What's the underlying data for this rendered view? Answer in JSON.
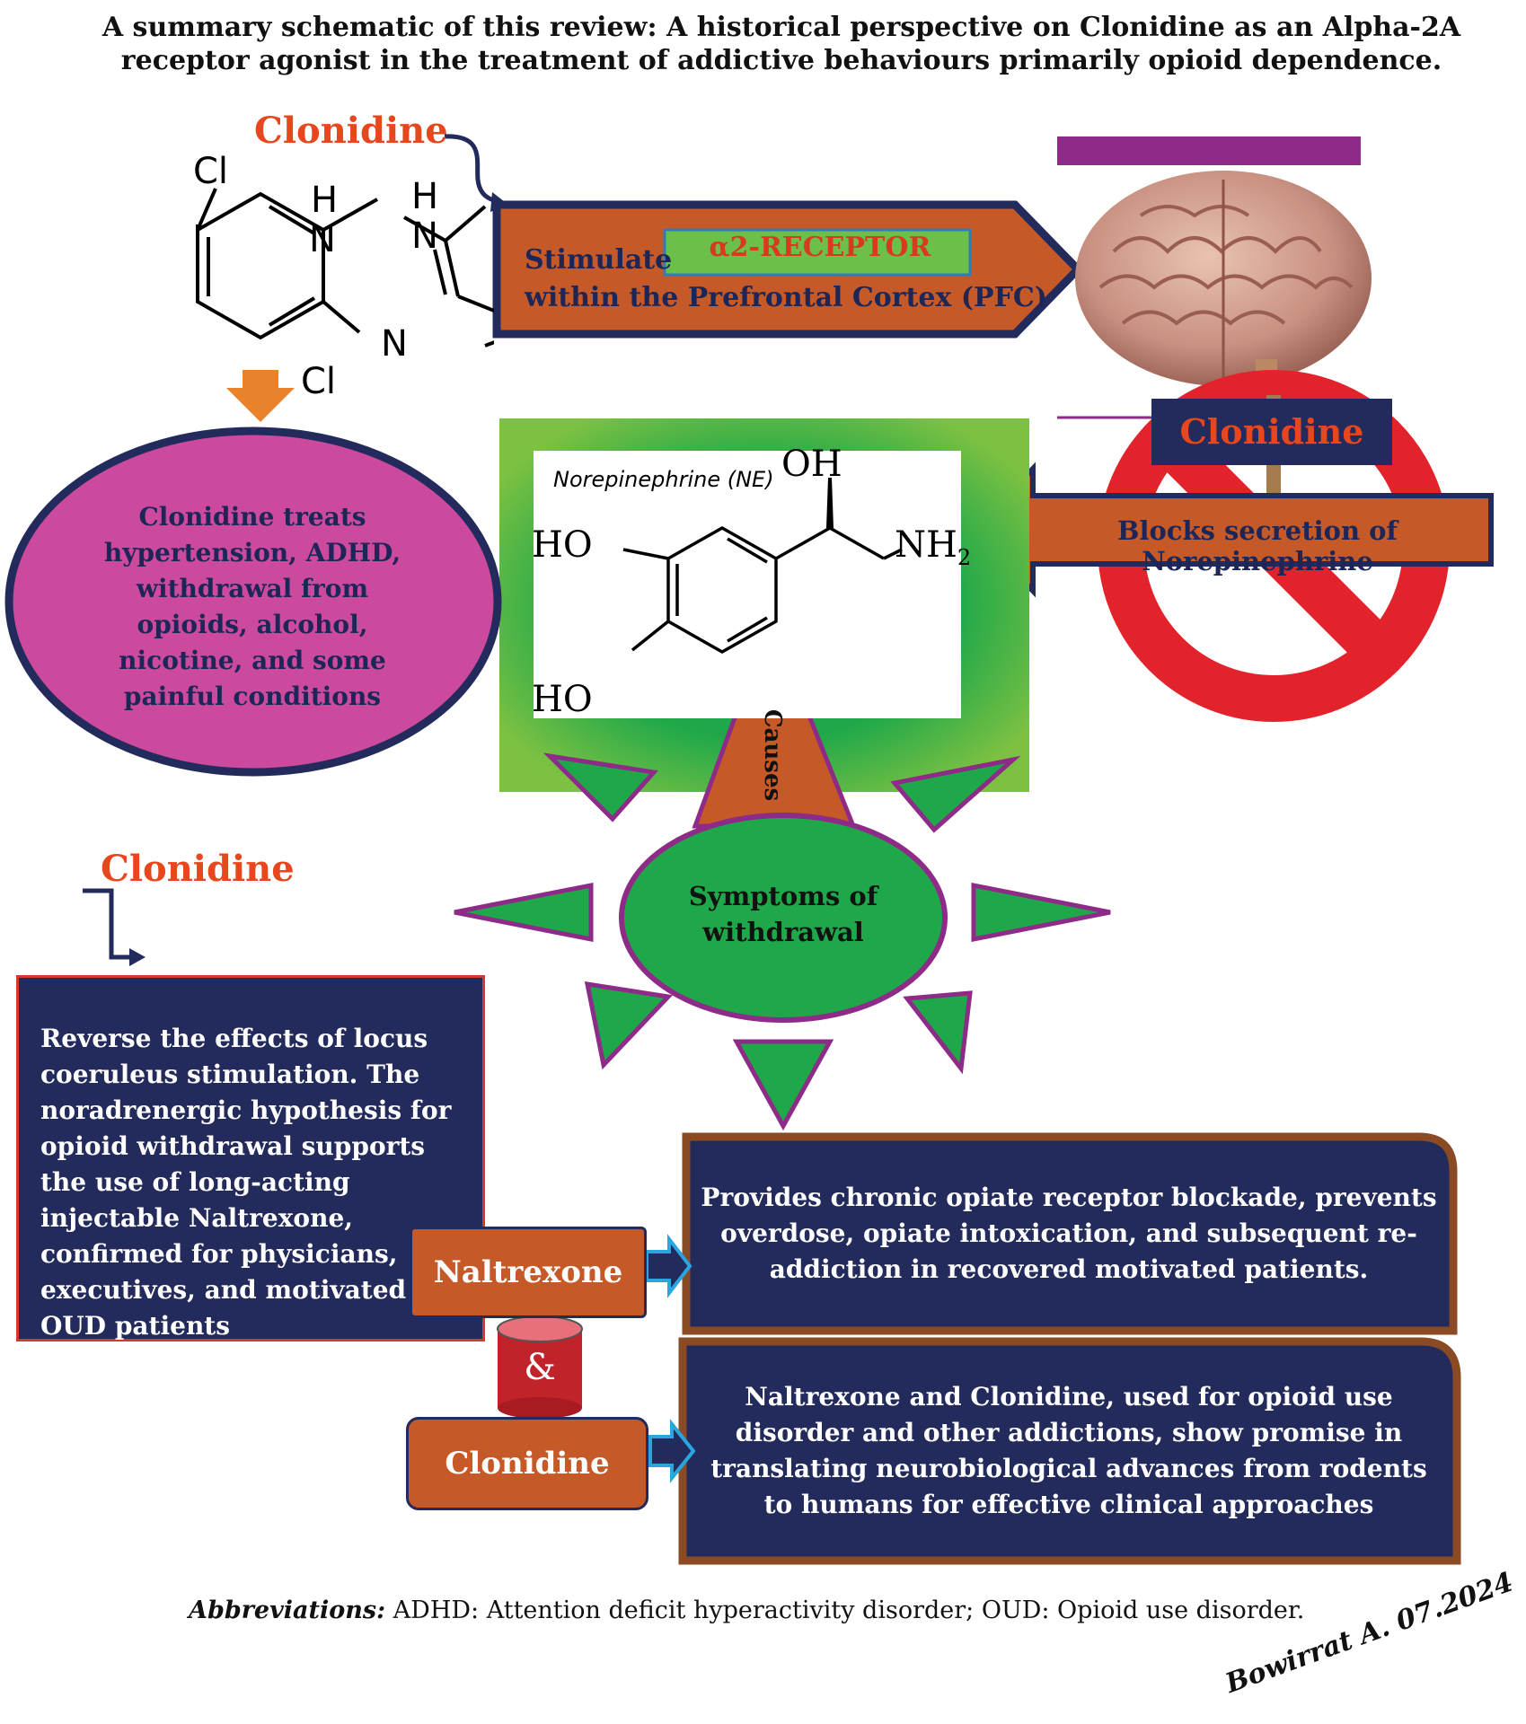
{
  "title": "A summary schematic of this review: A historical perspective on Clonidine as an Alpha-2A receptor agonist in the treatment of addictive behaviours primarily opioid dependence.",
  "clonidine_top_label": "Clonidine",
  "clonidine_structure": {
    "cl1": "Cl",
    "cl2": "Cl",
    "h1": "H",
    "h2": "H",
    "n1": "N",
    "n2": "N",
    "n3": "N"
  },
  "stimulate_arrow": {
    "word": "Stimulate",
    "receptor": "α2-RECEPTOR",
    "line2": "within the Prefrontal Cortex (PFC)"
  },
  "ellipse_text": "Clonidine treats hypertension, ADHD, withdrawal from opioids, alcohol, nicotine, and some painful conditions",
  "ne_structure": {
    "label": "Norepinephrine (NE)",
    "oh_top": "OH",
    "ho1": "HO",
    "ho2": "HO",
    "nh2": "NH",
    "sub2": "2"
  },
  "clonidine_block_label": "Clonidine",
  "blocks_text": "Blocks secretion of Norepinephrine",
  "causes_label": "Causes",
  "symptoms_text": "Symptoms of withdrawal",
  "clonidine_mid_label": "Clonidine",
  "reverse_box_text": "Reverse the effects of locus coeruleus stimulation.  The noradrenergic hypothesis for opioid withdrawal supports the use of long-acting injectable Naltrexone, confirmed for physicians, executives, and motivated OUD patients",
  "naltrexone_label": "Naltrexone",
  "ampersand": "&",
  "clonidine_bottom_label": "Clonidine",
  "provides_box_text": "Provides chronic opiate receptor blockade, prevents overdose, opiate intoxication, and subsequent re-addiction in recovered motivated patients.",
  "combo_box_text": "Naltrexone and Clonidine, used for opioid use disorder and other addictions, show promise in translating neurobiological advances from rodents to humans for effective clinical approaches",
  "abbreviations": {
    "label": "Abbreviations:",
    "text": " ADHD: Attention deficit hyperactivity disorder; OUD: Opioid use disorder."
  },
  "signature": "Bowirrat A. 07.2024"
}
